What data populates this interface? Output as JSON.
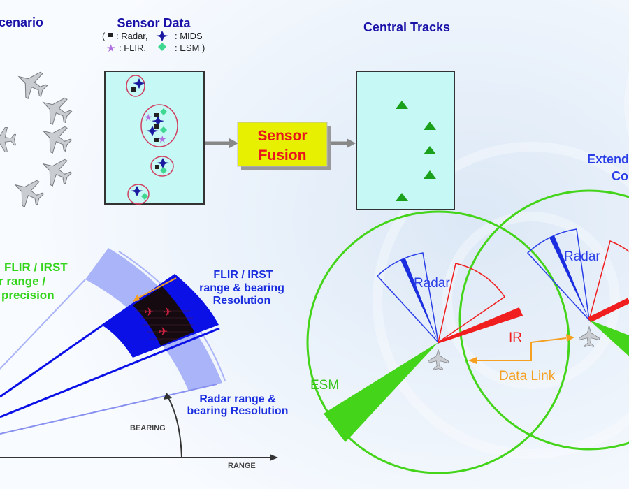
{
  "titles": {
    "scenario": "cenario",
    "sensor_data": "Sensor Data",
    "central_tracks": "Central Tracks",
    "extended_line1": "Extend",
    "extended_line2": "Co"
  },
  "legend": {
    "line1_open": "(",
    "radar": ": Radar,",
    "mids": ": MIDS",
    "flir": ": FLIR,",
    "esm": ": ESM )"
  },
  "sensor_fusion": {
    "line1": "Sensor",
    "line2": "Fusion"
  },
  "resolution_panel": {
    "flir_left_1": "FLIR / IRST",
    "flir_left_2": "r range /",
    "flir_left_3": "precision",
    "flir_right_1": "FLIR / IRST",
    "flir_right_2": "range & bearing",
    "flir_right_3": "Resolution",
    "radar_1": "Radar range &",
    "radar_2": "bearing Resolution",
    "bearing_axis": "BEARING",
    "range_axis": "RANGE"
  },
  "coverage_panel": {
    "radar_left": "Radar",
    "radar_right": "Radar",
    "ir": "IR",
    "data_link": "Data Link",
    "esm": "ESM"
  },
  "colors": {
    "title": "#1a12a8",
    "fusion_box": "#e6f000",
    "fusion_text": "#e8141e",
    "track": "#1aa01a",
    "coverage_circle": "#44d41a",
    "radar": "#2a3ee8",
    "ir": "#f01e1e",
    "data_link": "#f5a020"
  }
}
